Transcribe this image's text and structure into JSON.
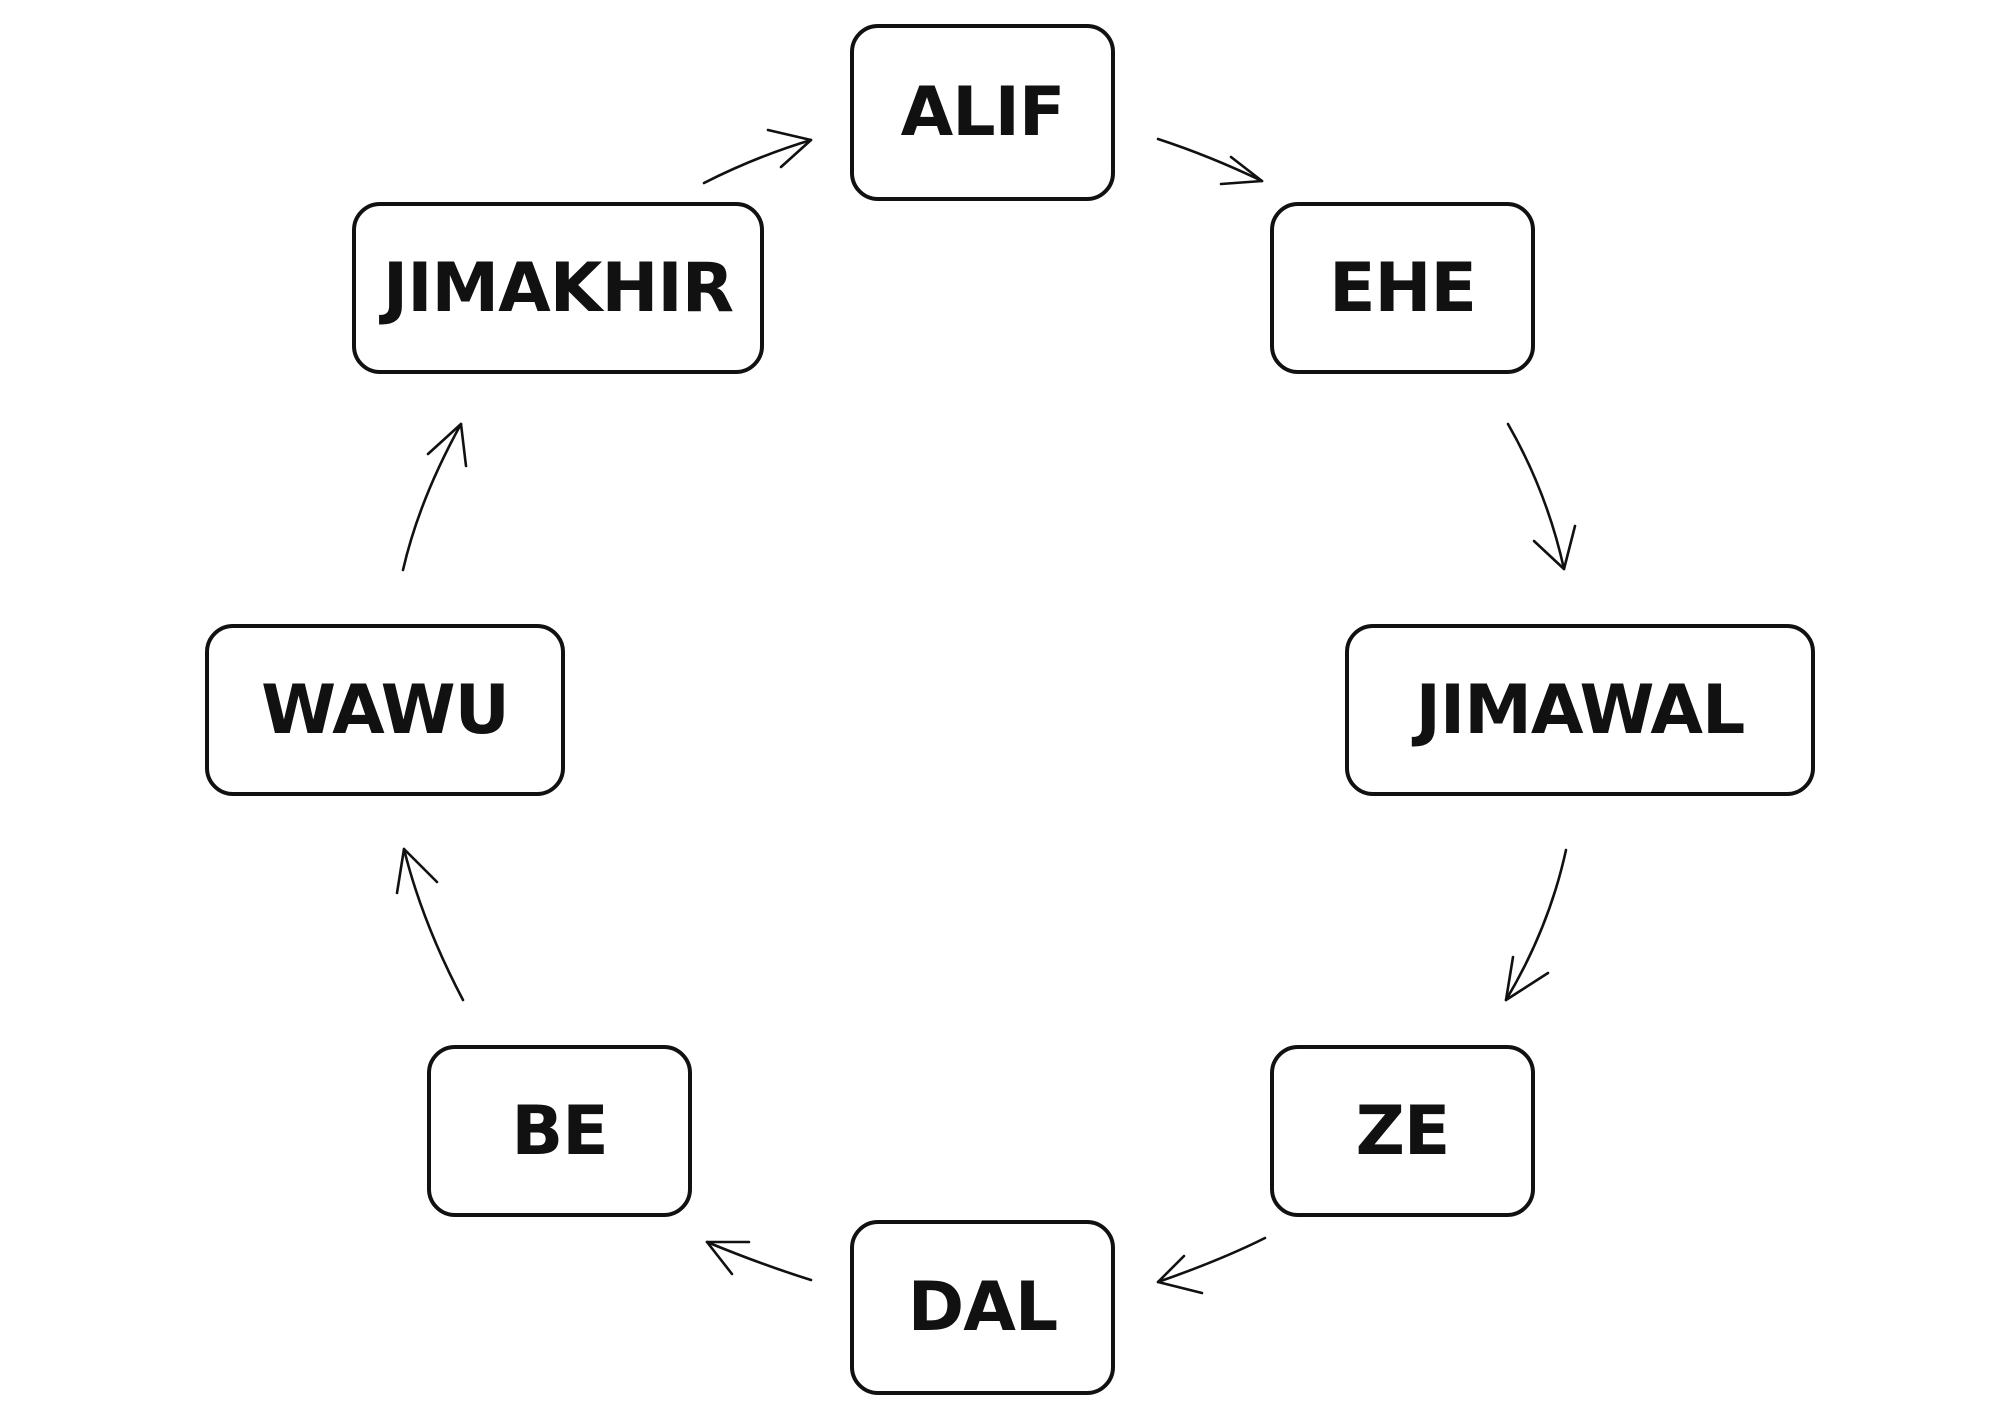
{
  "diagram": {
    "type": "cycle",
    "colors": {
      "stroke": "#111111",
      "background": "#ffffff"
    },
    "nodes": [
      {
        "id": "alif",
        "label": "ALIF"
      },
      {
        "id": "ehe",
        "label": "EHE"
      },
      {
        "id": "jimawal",
        "label": "JIMAWAL"
      },
      {
        "id": "ze",
        "label": "ZE"
      },
      {
        "id": "dal",
        "label": "DAL"
      },
      {
        "id": "be",
        "label": "BE"
      },
      {
        "id": "wawu",
        "label": "WAWU"
      },
      {
        "id": "jimakhir",
        "label": "JIMAKHIR"
      }
    ],
    "edges": [
      {
        "from": "alif",
        "to": "ehe"
      },
      {
        "from": "ehe",
        "to": "jimawal"
      },
      {
        "from": "jimawal",
        "to": "ze"
      },
      {
        "from": "ze",
        "to": "dal"
      },
      {
        "from": "dal",
        "to": "be"
      },
      {
        "from": "be",
        "to": "wawu"
      },
      {
        "from": "wawu",
        "to": "jimakhir"
      },
      {
        "from": "jimakhir",
        "to": "alif"
      }
    ]
  }
}
